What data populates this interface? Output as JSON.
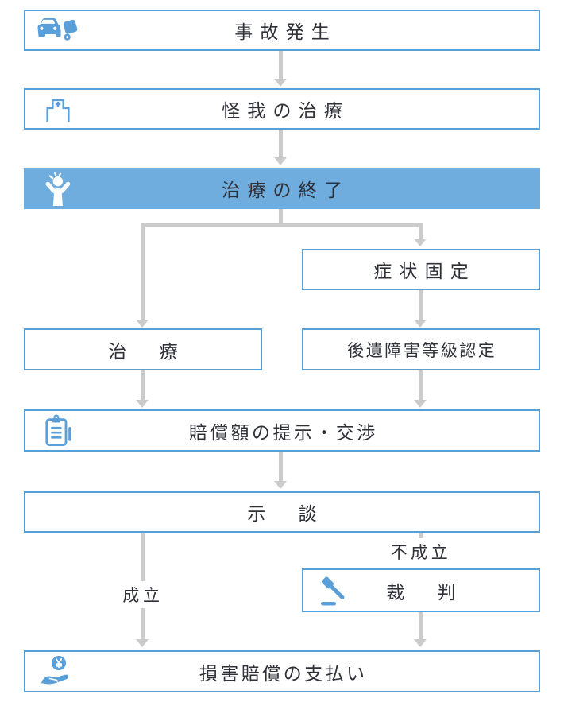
{
  "flowchart": {
    "nodes": {
      "accident": {
        "label": "事故発生",
        "icon": "car-crash-icon"
      },
      "injury_treatment": {
        "label": "怪我の治療",
        "icon": "hospital-icon"
      },
      "treatment_end": {
        "label": "治療の終了",
        "icon": "cheering-person-icon",
        "highlighted": true
      },
      "symptom_fixed": {
        "label": "症状固定",
        "icon": ""
      },
      "continued_treatment": {
        "label": "治　療",
        "icon": ""
      },
      "disability_grade": {
        "label": "後遺障害等級認定",
        "icon": ""
      },
      "negotiation": {
        "label": "賠償額の提示・交渉",
        "icon": "clipboard-icon"
      },
      "settlement": {
        "label": "示　談",
        "icon": ""
      },
      "trial": {
        "label": "裁　判",
        "icon": "gavel-icon"
      },
      "damages_payment": {
        "label": "損害賠償の支払い",
        "icon": "hand-yen-icon"
      }
    },
    "branch_labels": {
      "settled": "成立",
      "not_settled": "不成立"
    },
    "colors": {
      "border_blue": "#55a0d9",
      "fill_blue": "#6faddf",
      "icon_blue": "#5b9fd8",
      "arrow_gray": "#cbcbcb",
      "text_dark": "#2f3038"
    }
  }
}
